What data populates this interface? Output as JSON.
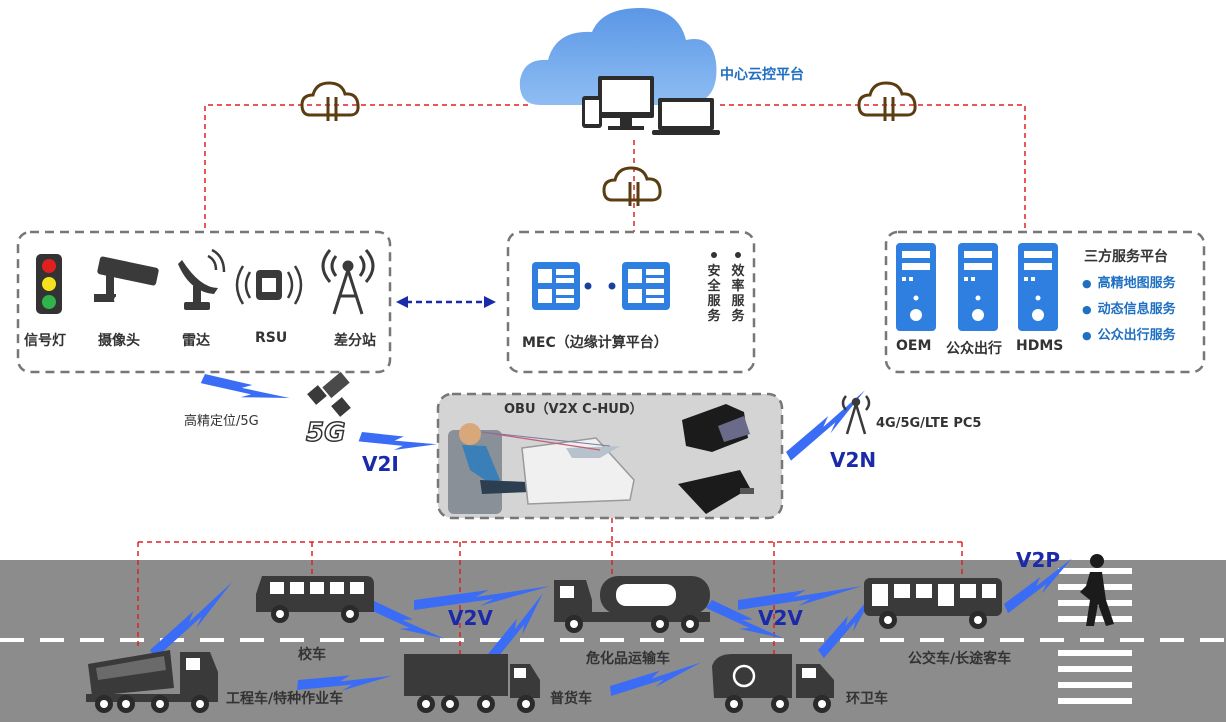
{
  "cloud_platform": {
    "title": "中心云控平台"
  },
  "roadside": {
    "labels": [
      "信号灯",
      "摄像头",
      "雷达",
      "RSU",
      "差分站"
    ]
  },
  "mec": {
    "label": "MEC（边缘计算平台）",
    "safety_service": "安全服务",
    "efficiency_service": "效率服务"
  },
  "third_party": {
    "title": "三方服务平台",
    "servers": [
      "OEM",
      "公众出行",
      "HDMS"
    ],
    "services": [
      "高精地图服务",
      "动态信息服务",
      "公众出行服务"
    ]
  },
  "obu": {
    "title": "OBU（V2X C-HUD）"
  },
  "links": {
    "positioning": "高精定位/5G",
    "five_g": "5G",
    "v2i": "V2I",
    "cellular": "4G/5G/LTE PC5",
    "v2n": "V2N",
    "v2v_left": "V2V",
    "v2v_right": "V2V",
    "v2p": "V2P"
  },
  "vehicles": {
    "school_bus": "校车",
    "hazmat": "危化品运输车",
    "bus": "公交车/长途客车",
    "engineering": "工程车/特种作业车",
    "truck": "普货车",
    "sanitation": "环卫车"
  },
  "colors": {
    "accent": "#1f6fc2",
    "lightning": "#3b6cf5",
    "dashed_link": "#e02020",
    "road": "#8c8c8c"
  }
}
